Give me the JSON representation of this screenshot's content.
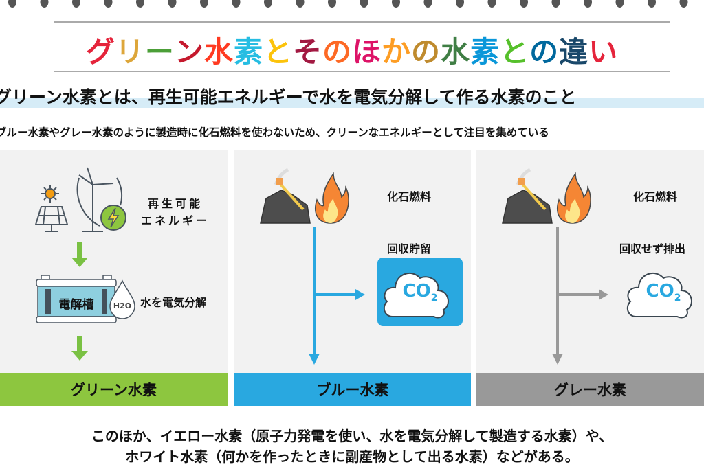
{
  "title": {
    "chars": [
      "グ",
      "リ",
      "ー",
      "ン",
      "水",
      "素",
      "と",
      "そ",
      "の",
      "ほ",
      "か",
      "の",
      "水",
      "素",
      "と",
      "の",
      "違",
      "い"
    ],
    "colors": [
      "#e5243b",
      "#dda63a",
      "#4c9f38",
      "#c5192d",
      "#ff3a21",
      "#26bde2",
      "#fcc30b",
      "#a21942",
      "#fd6925",
      "#dd1367",
      "#fd9d24",
      "#bf8b2e",
      "#3f7e44",
      "#0a97d9",
      "#56c02b",
      "#00689d",
      "#19486a",
      "#e5243b"
    ]
  },
  "lead": "グリーン水素とは、再生可能エネルギーで水を電気分解して作る水素のこと",
  "sub": "ブルー水素やグレー水素のように製造時に化石燃料を使わないため、クリーンなエネルギーとして注目を集めている",
  "panels": {
    "green": {
      "energy_line1": "再生可能",
      "energy_line2": "エネルギー",
      "tank": "電解槽",
      "h2o": "H2O",
      "process": "水を電気分解",
      "label": "グリーン水素",
      "color": "#8dc63f"
    },
    "blue": {
      "fuel": "化石燃料",
      "co2_action": "回収貯留",
      "co2": "CO",
      "co2_sub": "2",
      "label": "ブルー水素",
      "color": "#29a8e0"
    },
    "gray": {
      "fuel": "化石燃料",
      "co2_action": "回収せず排出",
      "co2": "CO",
      "co2_sub": "2",
      "label": "グレー水素",
      "color": "#999999"
    }
  },
  "footer": {
    "line1": "このほか、イエロー水素（原子力発電を使い、水を電気分解して製造する水素）や、",
    "line2": "ホワイト水素（何かを作ったときに副産物として出る水素）などがある。"
  }
}
